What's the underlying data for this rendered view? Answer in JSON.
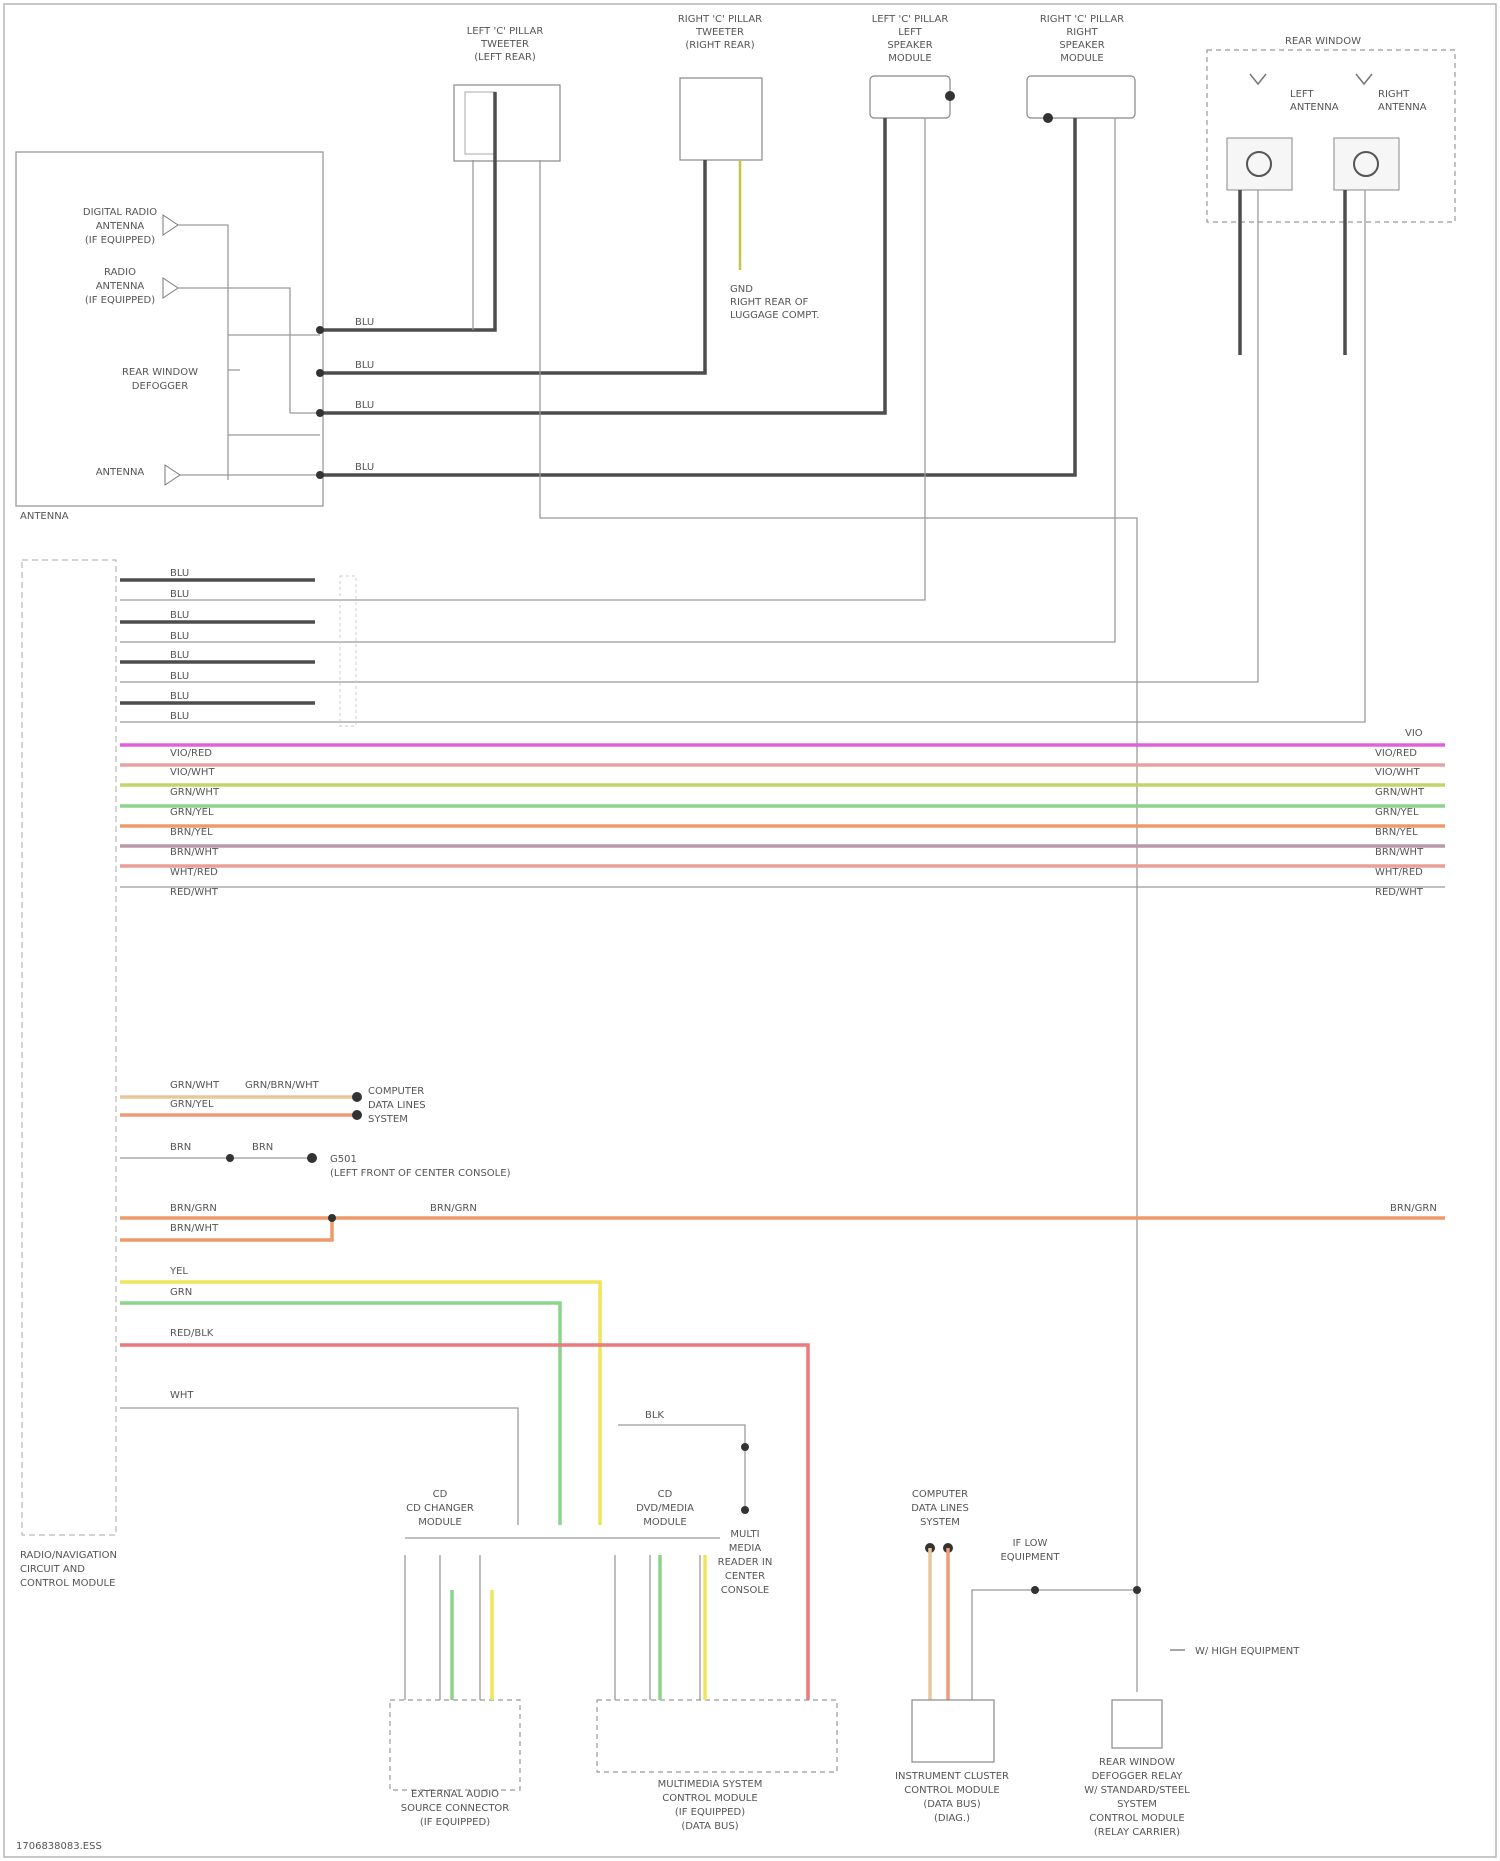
{
  "top_components": {
    "left_tweeter": [
      "LEFT 'C' PILLAR",
      "TWEETER",
      "(LEFT REAR)"
    ],
    "right_tweeter": [
      "RIGHT 'C' PILLAR",
      "TWEETER",
      "(RIGHT REAR)"
    ],
    "left_speaker": [
      "LEFT 'C' PILLAR",
      "LEFT",
      "SPEAKER",
      "MODULE"
    ],
    "right_speaker": [
      "RIGHT 'C' PILLAR",
      "RIGHT",
      "SPEAKER",
      "MODULE"
    ],
    "rear_window": "REAR WINDOW",
    "rear_window_left": [
      "LEFT",
      "ANTENNA"
    ],
    "rear_window_right": [
      "RIGHT",
      "ANTENNA"
    ],
    "gnd_note": [
      "GND",
      "RIGHT REAR OF",
      "LUGGAGE COMPT."
    ]
  },
  "antenna_box": {
    "label": "ANTENNA",
    "items": [
      [
        "DIGITAL RADIO",
        "ANTENNA",
        "(IF EQUIPPED)"
      ],
      [
        "RADIO",
        "ANTENNA",
        "(IF EQUIPPED)"
      ],
      [
        "REAR WINDOW",
        "DEFOGGER"
      ],
      [
        "ANTENNA"
      ]
    ]
  },
  "top_wire_labels": [
    "BLU",
    "BLU",
    "BLU",
    "BLU"
  ],
  "module_label": [
    "RADIO/NAVIGATION",
    "CIRCUIT AND",
    "CONTROL MODULE"
  ],
  "pin_wire_labels": [
    "BLU",
    "BLU",
    "BLU",
    "BLU",
    "BLU",
    "BLU",
    "BLU",
    "BLU"
  ],
  "bus_wire_labels": [
    "VIO/RED",
    "VIO/WHT",
    "GRN/WHT",
    "GRN/YEL",
    "BRN/YEL",
    "BRN/WHT",
    "WHT/RED",
    "RED/WHT"
  ],
  "bus_right_labels": [
    "VIO",
    "VIO/RED",
    "VIO/WHT",
    "GRN/WHT",
    "GRN/YEL",
    "BRN/YEL",
    "BRN/WHT",
    "WHT/RED",
    "RED/WHT"
  ],
  "mid_components": {
    "can_labels": [
      "GRN/WHT",
      "GRN/BRN/WHT",
      "GRN/YEL"
    ],
    "can_target": [
      "COMPUTER",
      "DATA LINES",
      "SYSTEM"
    ],
    "ground_label": "BRN",
    "ground_label2": "BRN",
    "ground_target": "G501",
    "ground_note": "(LEFT FRONT OF CENTER CONSOLE)",
    "orange_left": [
      "BRN/GRN",
      "BRN/WHT"
    ],
    "orange_mid": "BRN/GRN",
    "orange_right": "BRN/GRN"
  },
  "bottom_wires": [
    "YEL",
    "GRN",
    "RED/BLK",
    "WHT"
  ],
  "bottom_components": {
    "cd_changer": [
      "CD",
      "CD CHANGER",
      "MODULE"
    ],
    "dvd": [
      "CD",
      "DVD/MEDIA",
      "MODULE"
    ],
    "relay": [
      "MULTI",
      "MEDIA",
      "READER IN",
      "CENTER",
      "CONSOLE"
    ],
    "relay_wire": "BLK",
    "can_box": [
      "COMPUTER",
      "DATA LINES",
      "SYSTEM"
    ],
    "can_ground": [
      "IF LOW",
      "EQUIPMENT"
    ],
    "high_note": "W/ HIGH EQUIPMENT",
    "bottom_left": [
      "EXTERNAL AUDIO",
      "SOURCE CONNECTOR",
      "(IF EQUIPPED)"
    ],
    "bottom_mid": [
      "MULTIMEDIA SYSTEM",
      "CONTROL MODULE",
      "(IF EQUIPPED)",
      "(DATA BUS)"
    ],
    "bottom_right1": [
      "INSTRUMENT CLUSTER",
      "CONTROL MODULE",
      "(DATA BUS)",
      "(DIAG.)"
    ],
    "bottom_right2": [
      "REAR WINDOW",
      "DEFOGGER RELAY",
      "W/ STANDARD/STEEL",
      "SYSTEM",
      "CONTROL MODULE",
      "(RELAY CARRIER)"
    ],
    "footer_code": "1706838083.ESS"
  },
  "colors": {
    "gray": "#4d4d4d",
    "violet": "#e060e0",
    "pink": "#e9a2a2",
    "yellow_green": "#c6d36a",
    "green": "#8cd48c",
    "orange": "#ee9a6a",
    "tan": "#e8c79a",
    "yellow": "#efe55a",
    "red": "#ec7a7a",
    "rose": "#e8b1a0"
  }
}
